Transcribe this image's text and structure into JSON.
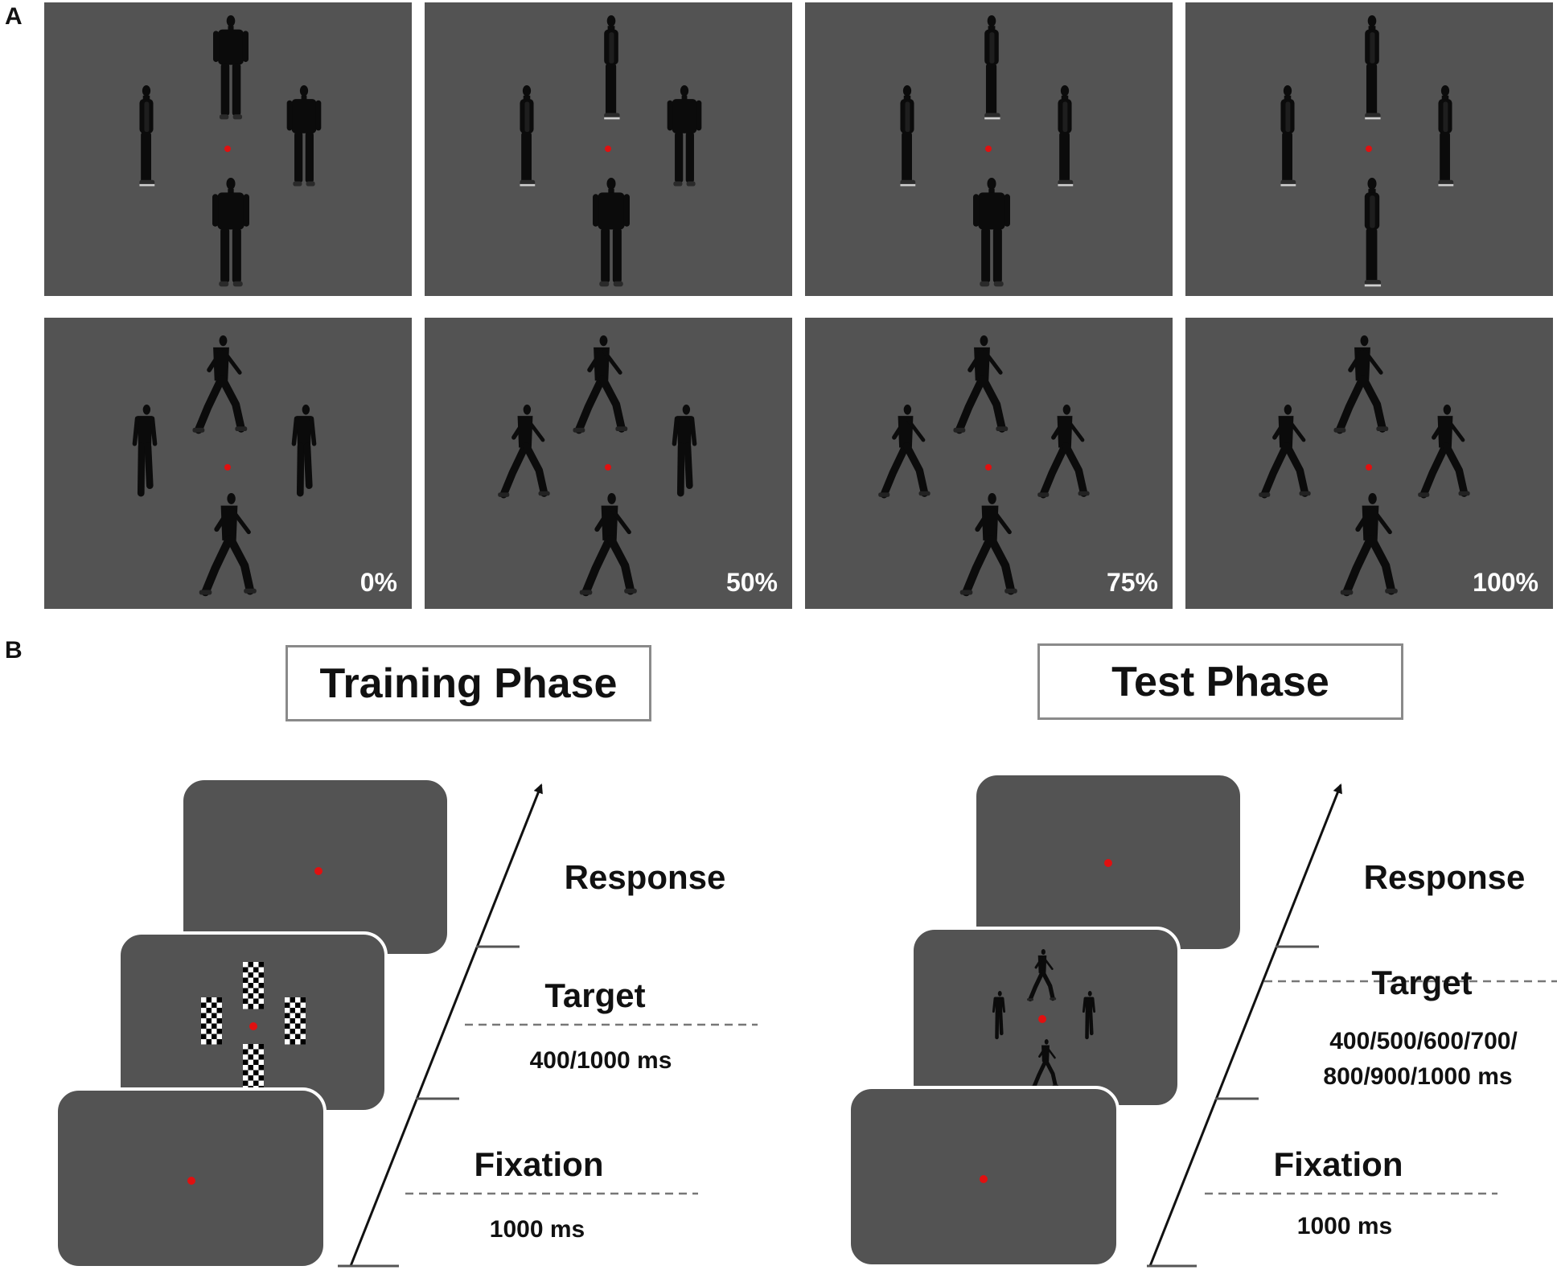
{
  "panels": {
    "a_label": "A",
    "b_label": "B"
  },
  "stimuli": {
    "static_row": [
      "static-0",
      "static-50",
      "static-75",
      "static-100"
    ],
    "walking_row": [
      {
        "percent": "0%"
      },
      {
        "percent": "50%"
      },
      {
        "percent": "75%"
      },
      {
        "percent": "100%"
      }
    ],
    "colors": {
      "background": "#535353",
      "figure": "#0b0b0b",
      "fixation": "#e01010"
    }
  },
  "training_phase": {
    "title": "Training Phase",
    "stages": [
      {
        "name": "Response",
        "duration": ""
      },
      {
        "name": "Target",
        "duration": "400/1000 ms"
      },
      {
        "name": "Fixation",
        "duration": "1000 ms"
      }
    ]
  },
  "test_phase": {
    "title": "Test Phase",
    "stages": [
      {
        "name": "Response",
        "duration": ""
      },
      {
        "name": "Target",
        "duration_lines": [
          "400/500/600/700/",
          "800/900/1000 ms"
        ]
      },
      {
        "name": "Fixation",
        "duration": "1000 ms"
      }
    ]
  }
}
